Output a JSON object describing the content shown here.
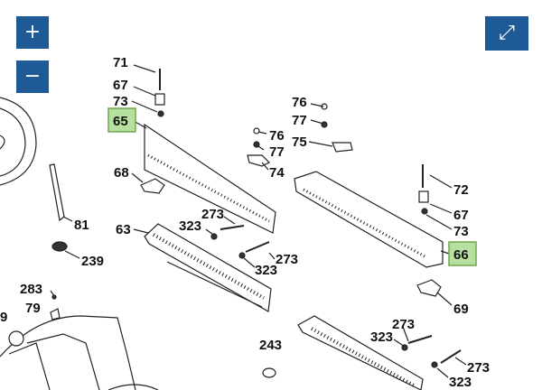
{
  "controls": {
    "zoom_in_icon": "+",
    "zoom_out_icon": "−",
    "fullscreen_icon": "⤢"
  },
  "highlight_color": "#b7e0a0",
  "highlight_border": "#6fa84f",
  "control_color": "#1e5a96",
  "callouts": {
    "c71": "71",
    "c67a": "67",
    "c73a": "73",
    "c65": "65",
    "c76a": "76",
    "c77a": "77",
    "c74": "74",
    "c76b": "76",
    "c77b": "77",
    "c75": "75",
    "c68": "68",
    "c81": "81",
    "c239": "239",
    "c63": "63",
    "c323a": "323",
    "c273a": "273",
    "c273b": "273",
    "c323b": "323",
    "c72": "72",
    "c67b": "67",
    "c73b": "73",
    "c66": "66",
    "c283": "283",
    "c79": "79",
    "c9": "9",
    "c69": "69",
    "c243": "243",
    "c273c": "273",
    "c323c": "323",
    "c273d": "273",
    "c323d": "323"
  }
}
